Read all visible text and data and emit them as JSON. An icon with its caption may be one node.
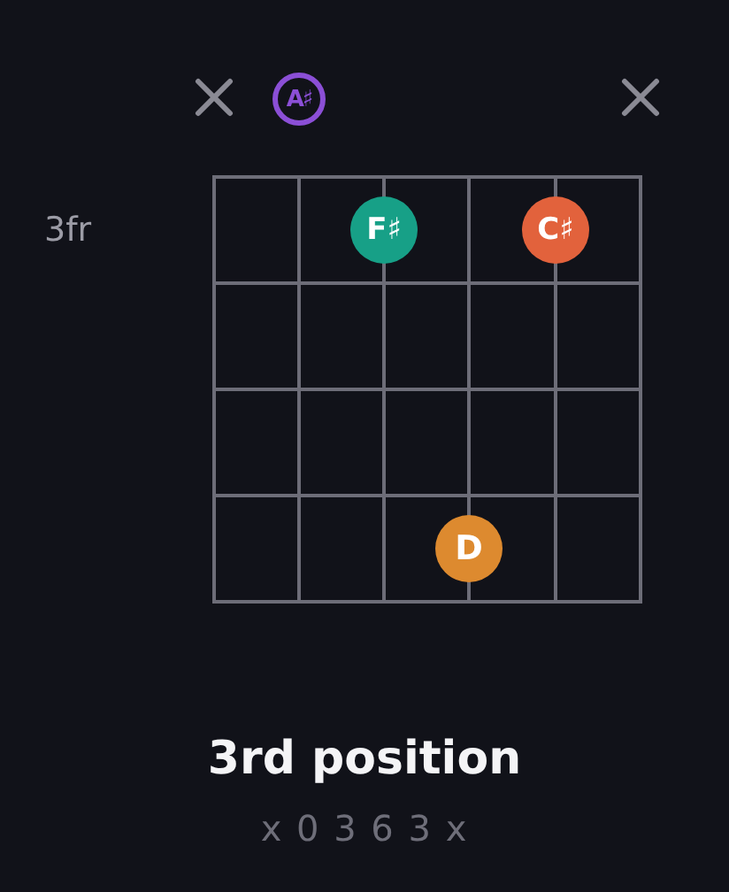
{
  "diagram": {
    "title": "3rd position",
    "nodes": [
      {
        "text": [
          "A♯"
        ]
      },
      {
        "text": [
          "F♯"
        ]
      },
      {
        "text": [
          "C♯"
        ]
      },
      {
        "text": [
          "D"
        ]
      }
    ],
    "labels": [
      "3fr",
      "x 0 3 6 3 x"
    ]
  }
}
